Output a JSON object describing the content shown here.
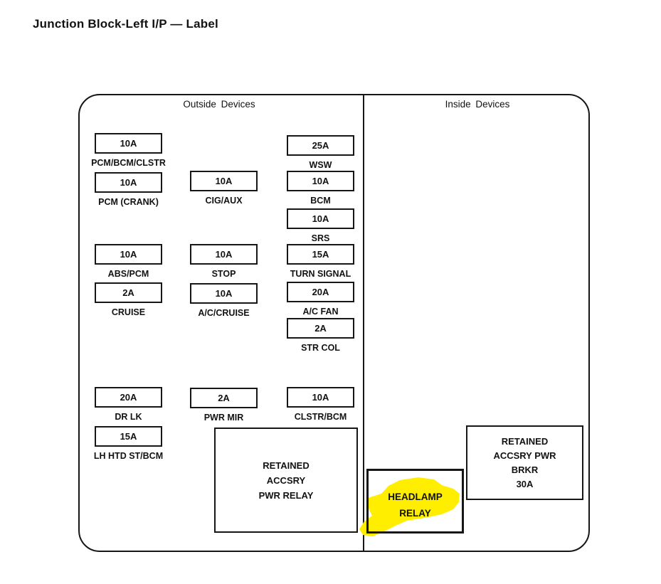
{
  "title": "Junction Block-Left I/P — Label",
  "panel": {
    "outside_header": "Outside Devices",
    "inside_header": "Inside Devices"
  },
  "fuses": {
    "col1": [
      {
        "amp": "10A",
        "label": "PCM/BCM/CLSTR"
      },
      {
        "amp": "10A",
        "label": "PCM (CRANK)"
      },
      {
        "amp": "10A",
        "label": "ABS/PCM"
      },
      {
        "amp": "2A",
        "label": "CRUISE"
      },
      {
        "amp": "20A",
        "label": "DR LK"
      },
      {
        "amp": "15A",
        "label": "LH HTD ST/BCM"
      }
    ],
    "col2": [
      {
        "amp": "10A",
        "label": "CIG/AUX"
      },
      {
        "amp": "10A",
        "label": "STOP"
      },
      {
        "amp": "10A",
        "label": "A/C/CRUISE"
      },
      {
        "amp": "2A",
        "label": "PWR MIR"
      }
    ],
    "col3": [
      {
        "amp": "25A",
        "label": "WSW"
      },
      {
        "amp": "10A",
        "label": "BCM"
      },
      {
        "amp": "10A",
        "label": "SRS"
      },
      {
        "amp": "15A",
        "label": "TURN SIGNAL"
      },
      {
        "amp": "20A",
        "label": "A/C FAN"
      },
      {
        "amp": "2A",
        "label": "STR COL"
      },
      {
        "amp": "10A",
        "label": "CLSTR/BCM"
      }
    ]
  },
  "relays": {
    "rap_relay": {
      "line1": "RETAINED",
      "line2": "ACCSRY",
      "line3": "PWR RELAY"
    },
    "rap_brkr": {
      "line1": "RETAINED",
      "line2": "ACCSRY PWR",
      "line3": "BRKR",
      "line4": "30A"
    },
    "headlamp": {
      "line1": "HEADLAMP",
      "line2": "RELAY"
    }
  },
  "colors": {
    "highlight": "#ffee00",
    "line": "#161616"
  }
}
